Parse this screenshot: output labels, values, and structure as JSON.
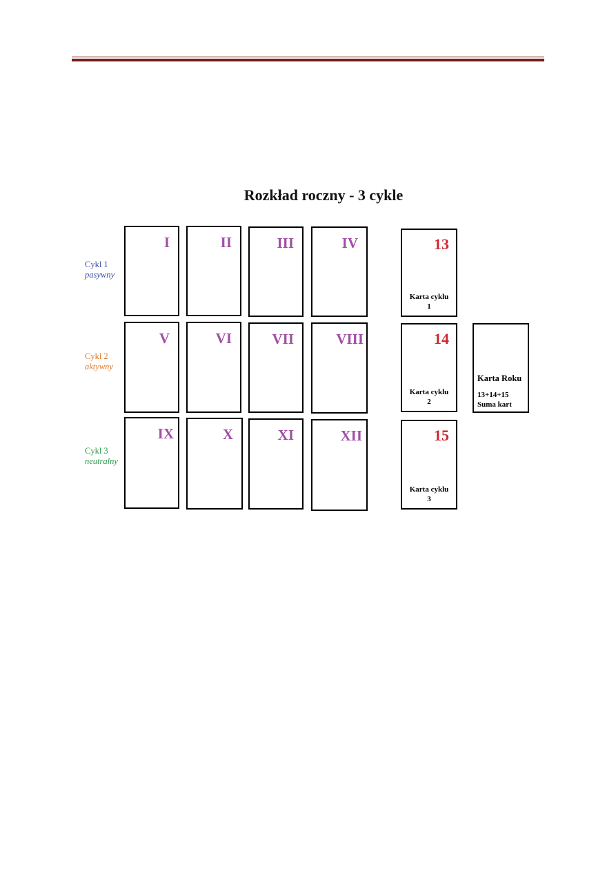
{
  "title": "Rozkład roczny - 3 cykle",
  "colors": {
    "numeral": "#a24ea6",
    "cycle_number": "#d0262e",
    "cycle1": "#3b4fa3",
    "cycle2": "#e07a2a",
    "cycle3": "#2a9a48",
    "header_rule": "#7a1c18"
  },
  "cycles": [
    {
      "name": "Cykl 1",
      "sub": "pasywny"
    },
    {
      "name": "Cykl 2",
      "sub": "aktywny"
    },
    {
      "name": "Cykl 3",
      "sub": "neutralny"
    }
  ],
  "months": [
    "I",
    "II",
    "III",
    "IV",
    "V",
    "VI",
    "VII",
    "VIII",
    "IX",
    "X",
    "XI",
    "XII"
  ],
  "cycle_cards": [
    {
      "number": "13",
      "caption1": "Karta cyklu",
      "caption2": "1"
    },
    {
      "number": "14",
      "caption1": "Karta cyklu",
      "caption2": "2"
    },
    {
      "number": "15",
      "caption1": "Karta cyklu",
      "caption2": "3"
    }
  ],
  "year_card": {
    "title": "Karta Roku",
    "formula": "13+14+15",
    "subtitle": "Suma kart"
  }
}
